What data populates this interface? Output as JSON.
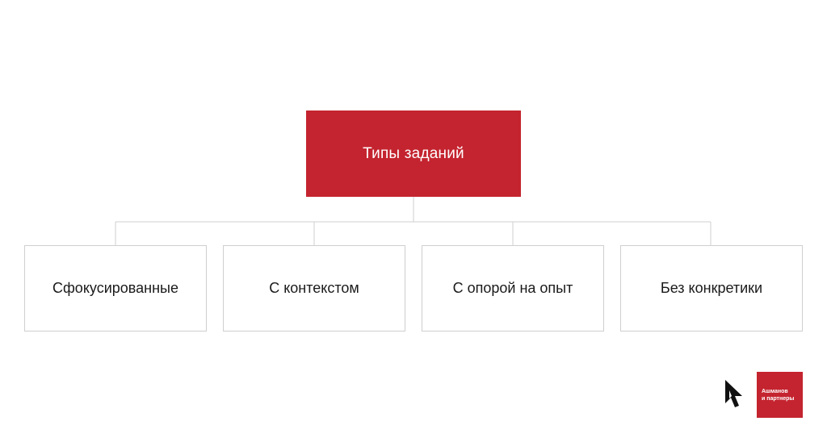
{
  "diagram": {
    "root": {
      "label": "Типы заданий"
    },
    "children": [
      {
        "label": "Сфокусированные"
      },
      {
        "label": "С контекстом"
      },
      {
        "label": "С опорой на опыт"
      },
      {
        "label": "Без конкретики"
      }
    ]
  },
  "branding": {
    "line1": "Ашманов",
    "line2": "и партнеры",
    "cursor_icon": "cursor-arrow-icon"
  },
  "colors": {
    "accent": "#c4242f",
    "connector": "#cfcfcf",
    "box_border": "#cfcfcf",
    "text": "#1a1a1a"
  }
}
